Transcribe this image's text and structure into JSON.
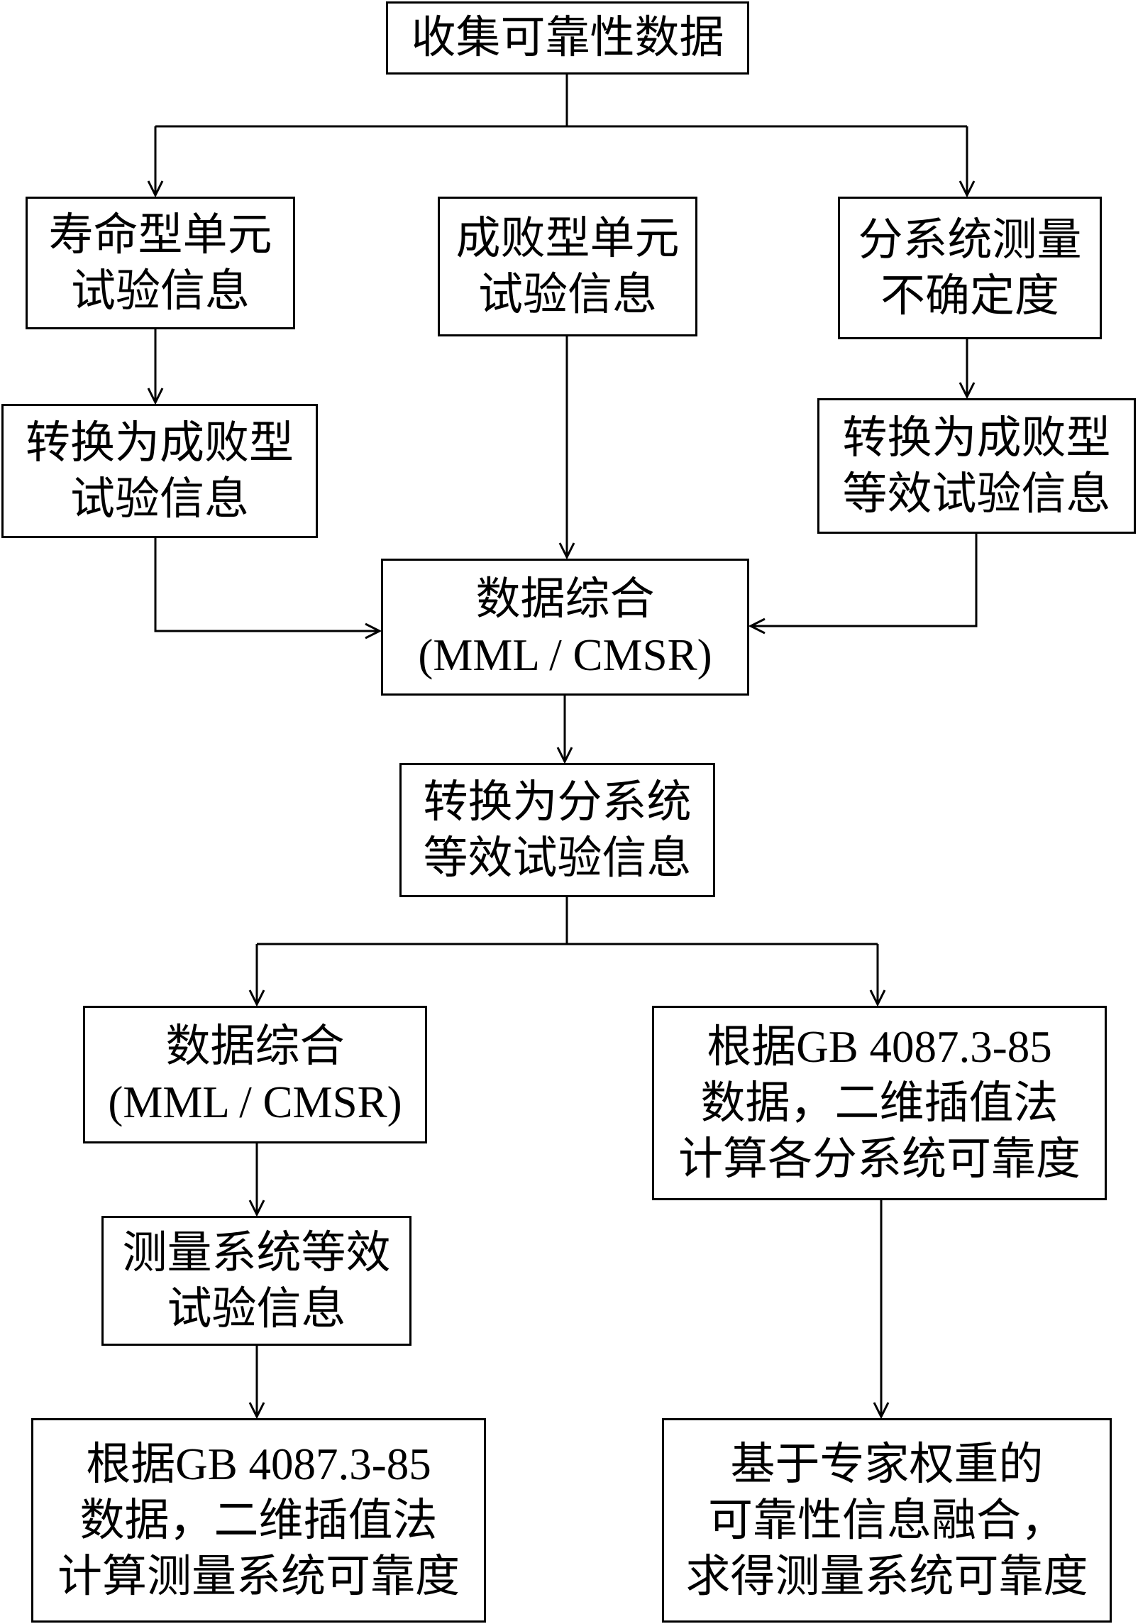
{
  "nodes": [
    {
      "lines": [
        "收集可靠性数据"
      ]
    },
    {
      "lines": [
        "寿命型单元",
        "试验信息"
      ]
    },
    {
      "lines": [
        "成败型单元",
        "试验信息"
      ]
    },
    {
      "lines": [
        "分系统测量",
        "不确定度"
      ]
    },
    {
      "lines": [
        "转换为成败型",
        "试验信息"
      ]
    },
    {
      "lines": [
        "转换为成败型",
        "等效试验信息"
      ]
    },
    {
      "lines": [
        "数据综合",
        "(MML / CMSR)"
      ]
    },
    {
      "lines": [
        "转换为分系统",
        "等效试验信息"
      ]
    },
    {
      "lines": [
        "数据综合",
        "(MML / CMSR)"
      ]
    },
    {
      "lines": [
        "根据GB 4087.3-85",
        "数据，二维插值法",
        "计算各分系统可靠度"
      ]
    },
    {
      "lines": [
        "测量系统等效",
        "试验信息"
      ]
    },
    {
      "lines": [
        "根据GB 4087.3-85",
        "数据，二维插值法",
        "计算测量系统可靠度"
      ]
    },
    {
      "lines": [
        "基于专家权重的",
        "可靠性信息融合，",
        "求得测量系统可靠度"
      ]
    }
  ],
  "colors": {
    "stroke": "#000000",
    "background": "#ffffff",
    "text": "#000000"
  }
}
